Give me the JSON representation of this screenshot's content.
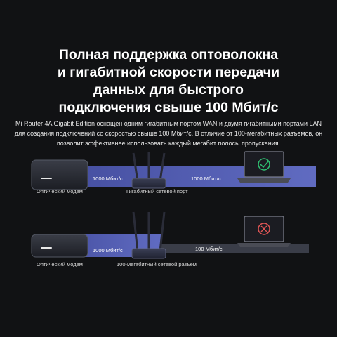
{
  "headline": {
    "line1": "Полная поддержка оптоволокна",
    "line2": "и гигабитной скорости передачи",
    "line3": "данных для быстрого",
    "line4": "подключения свыше 100 Мбит/с"
  },
  "description": "Mi Router 4A Gigabit Edition оснащен одним гигабитным портом WAN и двумя гигабитными портами LAN для создания подключений со скоростью свыше 100 Мбит/с. В отличие от 100-мегабитных разъемов, он позволит эффективнее использовать каждый мегабит полосы пропускания.",
  "scene_gigabit": {
    "speed_left": "1000 Мбит/с",
    "speed_right": "1000 Мбит/с",
    "modem_label": "Оптический модем",
    "router_label": "Гигабитный сетевой порт",
    "status": "ok"
  },
  "scene_100mbit": {
    "speed_left": "1000 Мбит/с",
    "speed_right": "100 Мбит/с",
    "modem_label": "Оптический модем",
    "router_label": "100-мегабитный сетевой разъем",
    "status": "fail"
  },
  "colors": {
    "background": "#111214",
    "band": "#5b67c9",
    "band_dark": "#2e2f3a",
    "ok": "#2fbf71",
    "fail": "#e05555"
  }
}
